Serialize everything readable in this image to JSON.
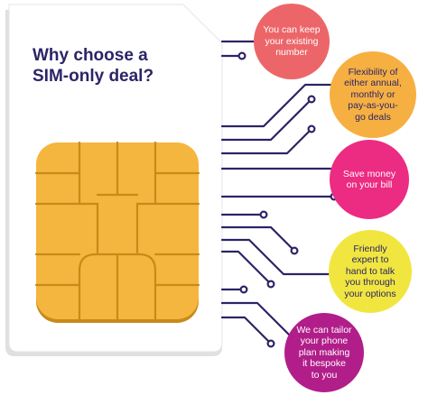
{
  "title_lines": [
    "Why choose a",
    "SIM-only deal?"
  ],
  "benefits": [
    {
      "lines": [
        "You can keep",
        "your existing",
        "number"
      ],
      "color": "#ec6669"
    },
    {
      "lines": [
        "Flexibility of",
        "either annual,",
        "monthly or",
        "pay-as-you-",
        "go deals"
      ],
      "color": "#f6b042"
    },
    {
      "lines": [
        "Save money",
        "on your bill"
      ],
      "color": "#ec2b82"
    },
    {
      "lines": [
        "Friendly",
        "expert to",
        "hand to talk",
        "you through",
        "your options"
      ],
      "color": "#f1e63f"
    },
    {
      "lines": [
        "We can tailor",
        "your phone",
        "plan making",
        "it bespoke",
        "to you"
      ],
      "color": "#b11e8a"
    }
  ],
  "colors": {
    "circuit": "#2b2467",
    "chip": "#f4b63f",
    "chip_shadow": "#c98a18",
    "card": "#ffffff"
  }
}
